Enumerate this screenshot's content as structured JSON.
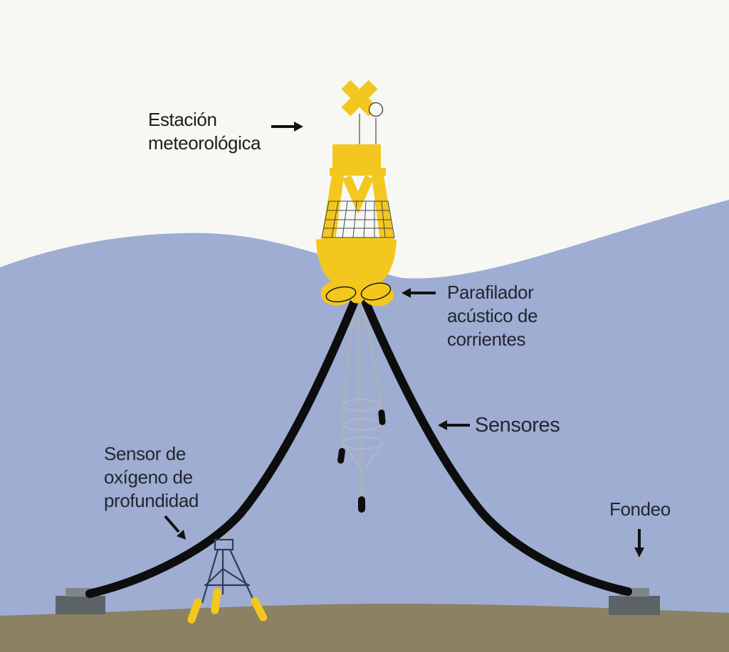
{
  "diagram": {
    "subject": "oceanographic-buoy-mooring-diagram",
    "labels": {
      "weather_station": "Estación\nmeteorológica",
      "acoustic_profiler": "Parafilador\nacústico de\ncorrientes",
      "sensors": "Sensores",
      "oxygen_sensor": "Sensor de\noxígeno de\nprofundidad",
      "mooring": "Fondeo"
    },
    "colors": {
      "sky": "#f7f7f4",
      "water": "#9fadd3",
      "seabed": "#8b8163",
      "buoy_yellow": "#f3c71e",
      "mooring_line": "#0d0d0d",
      "cable_gray": "#a9b2ba",
      "coil_gray": "#b2bac2",
      "anchor_dark": "#5c6367",
      "anchor_light": "#7f868a",
      "tripod_navy": "#2e3c55",
      "label_text": "#22262f"
    }
  }
}
